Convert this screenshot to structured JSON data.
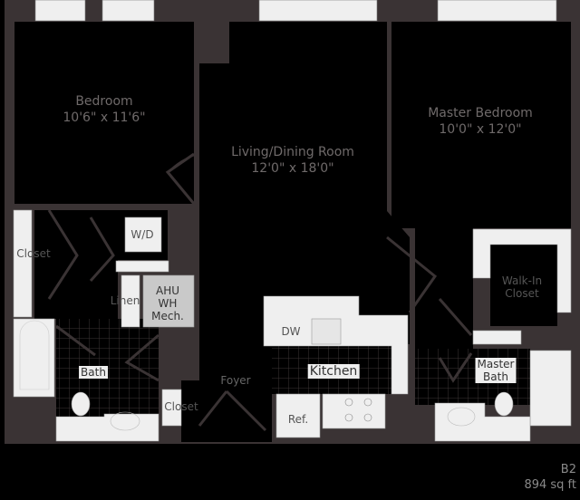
{
  "plan": {
    "unit_name": "B2",
    "area": "894 sq ft",
    "rooms": {
      "bedroom": {
        "name": "Bedroom",
        "size": "10'6\" x 11'6\""
      },
      "living": {
        "name": "Living/Dining Room",
        "size": "12'0\" x 18'0\""
      },
      "master": {
        "name": "Master Bedroom",
        "size": "10'0\" x 12'0\""
      },
      "closet_left": "Closet",
      "wd": "W/D",
      "linen": "Linen",
      "ahu": "AHU",
      "wh": "WH",
      "mech": "Mech.",
      "bath": "Bath",
      "closet_small": "Closet",
      "foyer": "Foyer",
      "dw": "DW",
      "kitchen": "Kitchen",
      "ref": "Ref.",
      "walkin_1": "Walk-In",
      "walkin_2": "Closet",
      "master_bath_1": "Master",
      "master_bath_2": "Bath"
    },
    "colors": {
      "wall": "#3a3334",
      "room": "#000000",
      "fixture": "#efefef",
      "mech": "#c9c9c9"
    }
  }
}
